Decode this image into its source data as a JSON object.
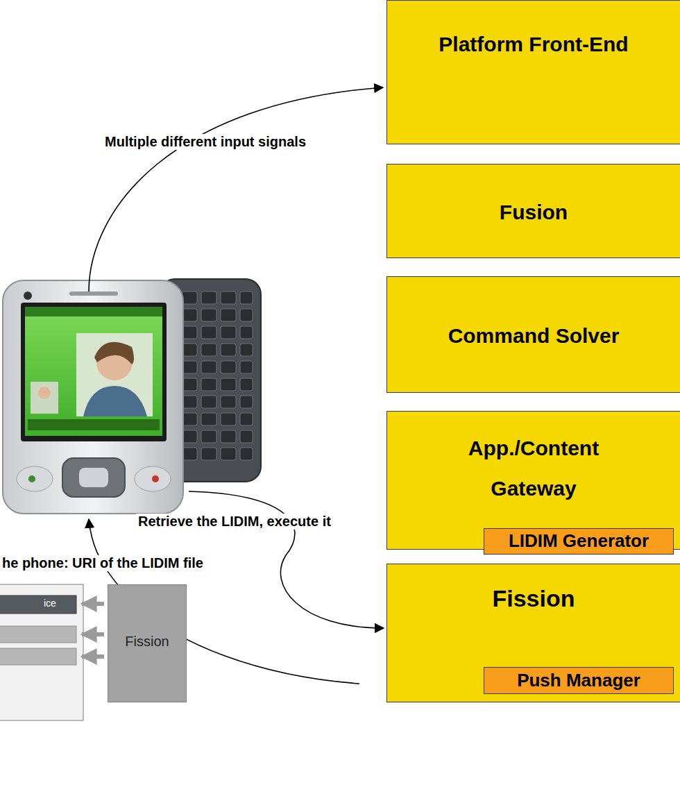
{
  "diagram": {
    "nodes": [
      {
        "text": [
          "Platform Front-End"
        ]
      },
      {
        "text": [
          "Fusion"
        ]
      },
      {
        "text": [
          "Command Solver"
        ]
      },
      {
        "text": [
          "App./Content Gateway"
        ]
      },
      {
        "text": [
          "LIDIM Generator"
        ],
        "in": 3
      },
      {
        "text": [
          "Fission"
        ]
      },
      {
        "text": [
          "Push Manager"
        ],
        "in": 5
      },
      {
        "text": [
          "Fission"
        ]
      }
    ],
    "labels": [
      "Multiple different input signals",
      "Retrieve the LIDIM, execute it",
      "he phone: URI of the LIDIM file",
      "ice"
    ]
  }
}
